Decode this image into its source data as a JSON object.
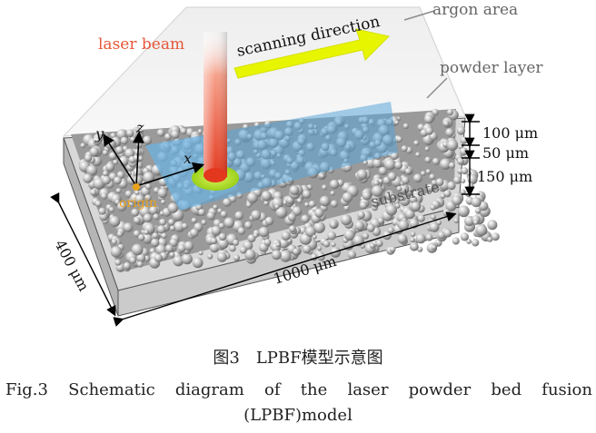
{
  "labels": {
    "laser_beam": "laser beam",
    "scanning_direction": "scanning direction",
    "argon_area": "argon area",
    "powder_layer": "powder layer",
    "substrate": "substrate",
    "origin": "origin",
    "axis_x": "x",
    "axis_y": "y",
    "axis_z": "z",
    "dim_100": "100 μm",
    "dim_50": "50 μm",
    "dim_150": "150 μm",
    "dim_400": "400 μm",
    "dim_1000": "1000 μm"
  },
  "caption": {
    "cn": "图3　LPBF模型示意图",
    "en_line1": "Fig.3 Schematic diagram of the laser powder bed fusion",
    "en_line2": "(LPBF)model"
  },
  "colors": {
    "laser": "#e8563a",
    "arrow": "#e8f500",
    "melt_pool": "#b9e21a",
    "origin": "#e8a21c",
    "track": "#5aa6d8",
    "substrate_front": "#d9d9d9",
    "substrate_side": "#b8b8b8"
  }
}
